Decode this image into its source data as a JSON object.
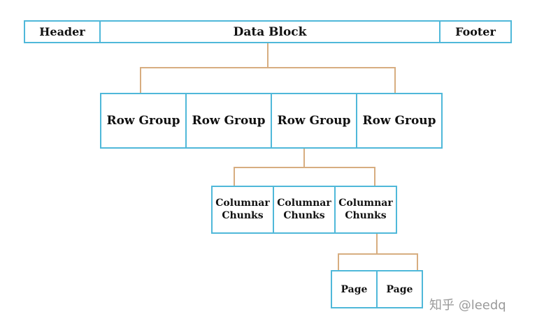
{
  "top": {
    "header": "Header",
    "data_block": "Data Block",
    "footer": "Footer"
  },
  "row_groups": [
    "Row Group",
    "Row Group",
    "Row Group",
    "Row Group"
  ],
  "columnar_chunks": [
    {
      "line1": "Columnar",
      "line2": "Chunks"
    },
    {
      "line1": "Columnar",
      "line2": "Chunks"
    },
    {
      "line1": "Columnar",
      "line2": "Chunks"
    }
  ],
  "pages": [
    "Page",
    "Page"
  ],
  "watermark": "知乎 @leedq",
  "colors": {
    "box_border": "#4fb8d9",
    "connector": "#d7ad80",
    "text": "#111111",
    "watermark": "#9a9a9a",
    "background": "#ffffff"
  }
}
